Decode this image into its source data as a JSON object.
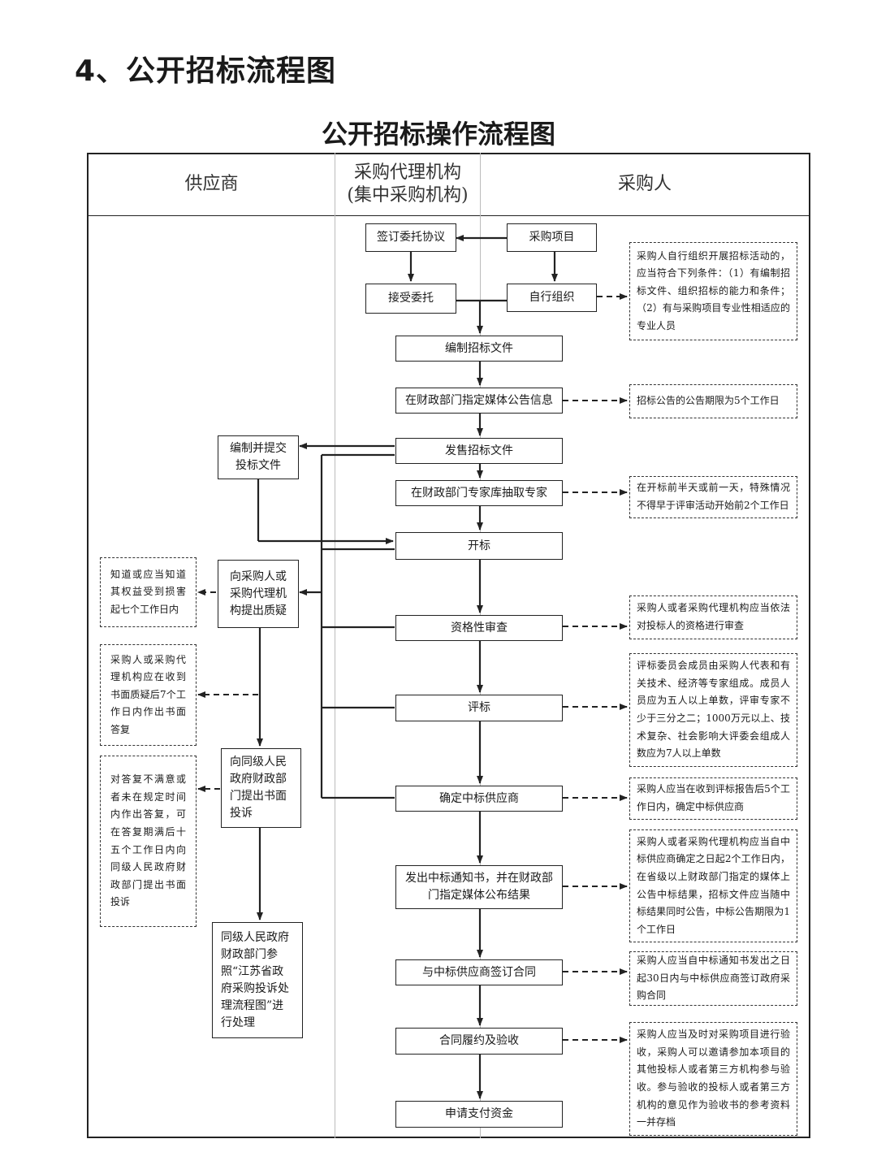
{
  "heading": "4、公开招标流程图",
  "chart_title": "公开招标操作流程图",
  "columns": {
    "supplier": "供应商",
    "agency_line1": "采购代理机构",
    "agency_line2": "(集中采购机构)",
    "purchaser": "采购人"
  },
  "steps": {
    "sign_agreement": "签订委托协议",
    "purchase_project": "采购项目",
    "accept_entrust": "接受委托",
    "self_organize": "自行组织",
    "prepare_docs": "编制招标文件",
    "publish_info": "在财政部门指定媒体公告信息",
    "sell_docs": "发售招标文件",
    "draw_experts": "在财政部门专家库抽取专家",
    "open_bids": "开标",
    "qualification": "资格性审查",
    "evaluate": "评标",
    "determine_winner": "确定中标供应商",
    "notify_winner": "发出中标通知书，并在财政部门指定媒体公布结果",
    "sign_contract": "与中标供应商签订合同",
    "perform_accept": "合同履约及验收",
    "apply_payment": "申请支付资金"
  },
  "supplier_steps": {
    "submit_bid": "编制并提交投标文件",
    "raise_query": "向采购人或采购代理机构提出质疑",
    "complain": "向同级人民政府财政部门提出书面投诉",
    "handling": "同级人民政府财政部门参照“江苏省政府采购投诉处理流程图”进行处理"
  },
  "notes": {
    "self_organize_cond": "采购人自行组织开展招标活动的，应当符合下列条件：（1）有编制招标文件、组织招标的能力和条件；（2）有与采购项目专业性相适应的专业人员",
    "announce_period": "招标公告的公告期限为5个工作日",
    "expert_time": "在开标前半天或前一天，特殊情况不得早于评审活动开始前2个工作日",
    "qual_review": "采购人或者采购代理机构应当依法对投标人的资格进行审查",
    "committee": "评标委员会成员由采购人代表和有关技术、经济等专家组成。成员人员应为五人以上单数，评审专家不少于三分之二；1000万元以上、技术复杂、社会影响大评委会组成人数应为7人以上单数",
    "confirm_period": "采购人应当在收到评标报告后5个工作日内，确定中标供应商",
    "notice_period": "采购人或者采购代理机构应当自中标供应商确定之日起2个工作日内，在省级以上财政部门指定的媒体上公告中标结果，招标文件应当随中标结果同时公告，中标公告期限为1个工作日",
    "contract_period": "采购人应当自中标通知书发出之日起30日内与中标供应商签订政府采购合同",
    "acceptance": "采购人应当及时对采购项目进行验收，采购人可以邀请参加本项目的其他投标人或者第三方机构参与验收。参与验收的投标人或者第三方机构的意见作为验收书的参考资料一并存档",
    "query_deadline": "知道或应当知道其权益受到损害起七个工作日内",
    "reply_deadline": "采购人或采购代理机构应在收到书面质疑后7个工作日内作出书面答复",
    "complaint_deadline": "对答复不满意或者未在规定时间内作出答复，可在答复期满后十五个工作日内向同级人民政府财政部门提出书面投诉"
  }
}
